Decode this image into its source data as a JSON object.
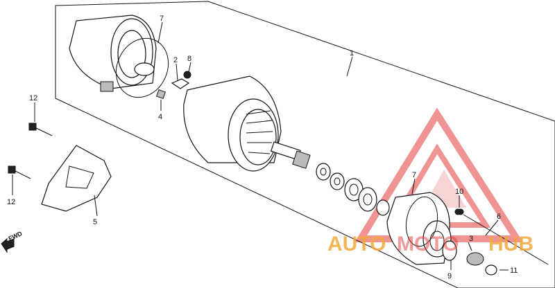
{
  "callouts": [
    "1",
    "2",
    "3",
    "4",
    "5",
    "6",
    "7",
    "7",
    "8",
    "9",
    "10",
    "11",
    "12",
    "12"
  ],
  "fwd_label": "FWD",
  "watermark": {
    "text_part_a": "AUTO",
    "text_part_b": "MOTO",
    "text_part_c": "HUB",
    "color_primary": "#f2a93b",
    "color_secondary": "#e23b3b"
  },
  "colors": {
    "line": "#111111",
    "background": "#ffffff"
  }
}
